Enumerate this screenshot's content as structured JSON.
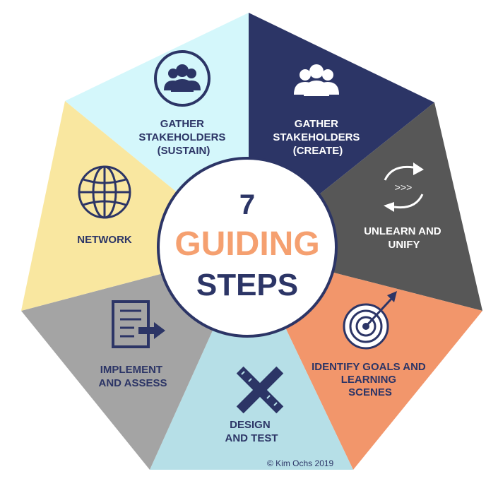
{
  "colors": {
    "navy": "#2c3566",
    "light_cyan": "#d4f7fb",
    "yellow": "#f9e7a0",
    "dark_gray": "#575757",
    "orange": "#f2966b",
    "light_blue": "#b6dfe7",
    "mid_gray": "#a4a4a4",
    "white": "#ffffff",
    "accent_orange": "#f5a070"
  },
  "center": {
    "number": "7",
    "line1": "GUIDING",
    "line2": "STEPS"
  },
  "segments": [
    {
      "label_lines": [
        "GATHER",
        "STAKEHOLDERS",
        "(SUSTAIN)"
      ],
      "icon": "group-icon"
    },
    {
      "label_lines": [
        "GATHER",
        "STAKEHOLDERS",
        "(CREATE)"
      ],
      "icon": "group-icon"
    },
    {
      "label_lines": [
        "UNLEARN AND",
        "UNIFY"
      ],
      "icon": "cycle-arrows-icon"
    },
    {
      "label_lines": [
        "IDENTIFY GOALS AND",
        "LEARNING",
        "SCENES"
      ],
      "icon": "target-icon"
    },
    {
      "label_lines": [
        "DESIGN",
        "AND TEST"
      ],
      "icon": "pencil-ruler-icon"
    },
    {
      "label_lines": [
        "IMPLEMENT",
        "AND ASSESS"
      ],
      "icon": "document-arrow-icon"
    },
    {
      "label_lines": [
        "NETWORK"
      ],
      "icon": "globe-icon"
    }
  ],
  "copyright": "© Kim Ochs  2019"
}
